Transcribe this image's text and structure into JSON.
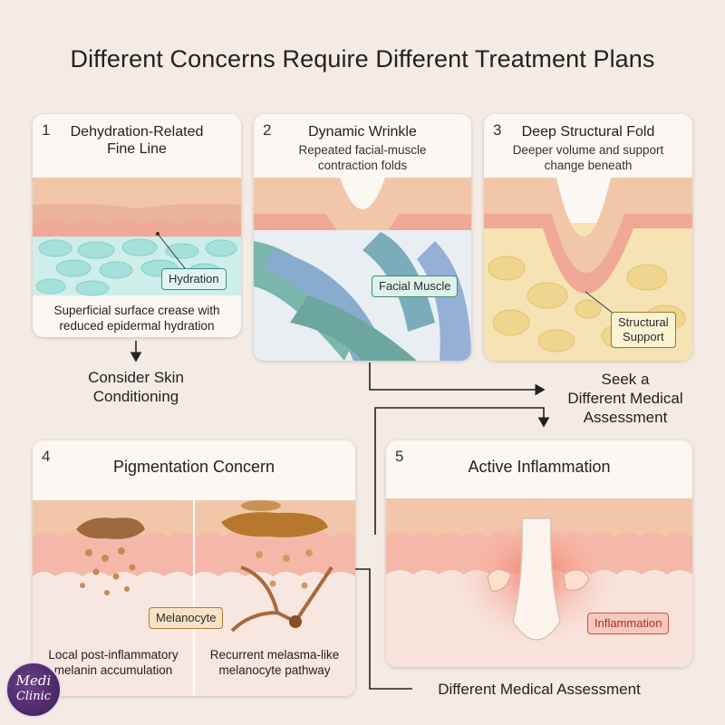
{
  "title": "Different Concerns Require Different Treatment Plans",
  "cards": [
    {
      "number": "1",
      "heading": "Dehydration-Related Fine Line",
      "heading_lines": [
        "Dehydration-Related",
        "Fine Line"
      ],
      "tag": "Hydration",
      "caption_lines": [
        "Superficial surface crease with",
        "reduced epidermal hydration"
      ]
    },
    {
      "number": "2",
      "heading": "Dynamic Wrinkle",
      "subtitle_lines": [
        "Repeated facial-muscle",
        "contraction folds"
      ],
      "tag": "Facial Muscle"
    },
    {
      "number": "3",
      "heading": "Deep Structural Fold",
      "subtitle_lines": [
        "Deeper volume and support",
        "change beneath"
      ],
      "tag_lines": [
        "Structural",
        "Support"
      ]
    },
    {
      "number": "4",
      "heading": "Pigmentation Concern",
      "tag": "Melanocyte",
      "caption_left_lines": [
        "Local post-inflammatory",
        "melanin accumulation"
      ],
      "caption_right_lines": [
        "Recurrent melasma-like",
        "melanocyte pathway"
      ]
    },
    {
      "number": "5",
      "heading": "Active Inflammation",
      "tag": "Inflammation"
    }
  ],
  "outcomes": {
    "skin_conditioning_lines": [
      "Consider Skin",
      "Conditioning"
    ],
    "seek_assessment_lines": [
      "Seek a",
      "Different Medical",
      "Assessment"
    ],
    "different_assessment": "Different Medical Assessment"
  },
  "logo": {
    "line1": "Medi",
    "line2": "Clinic"
  },
  "colors": {
    "background": "#f3ebe4",
    "card": "#fbf7f3",
    "skin_top": "#f2c7a9",
    "dermis": "#f5cfc4",
    "hydration_tag": "#dff4f0",
    "muscle_tag": "#dff1ea",
    "support_tag": "#fbf2d2",
    "melanocyte_tag": "#f8e2c6",
    "inflammation_tag": "#f7c8bd"
  }
}
